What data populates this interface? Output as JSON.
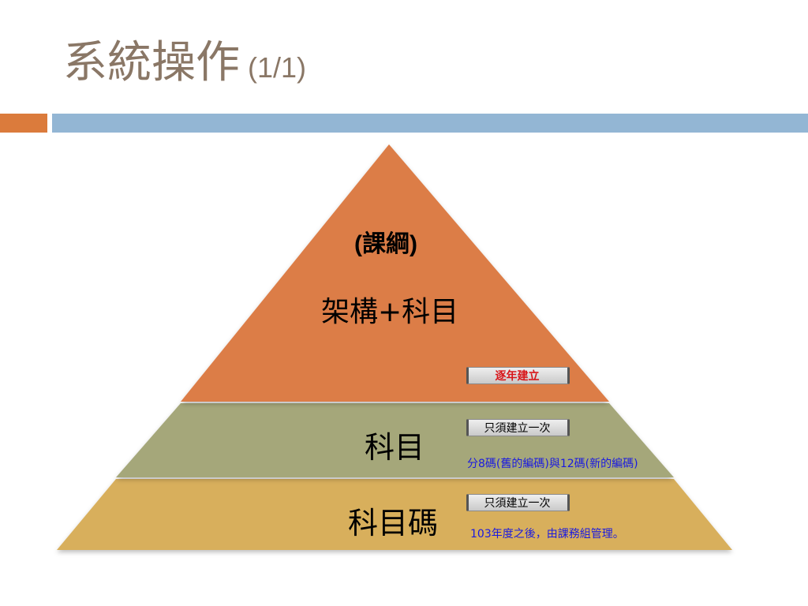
{
  "slide": {
    "title_main": "系統操作",
    "title_sub": "(1/1)"
  },
  "pyramid": {
    "top": {
      "label_line1": "(課綱)",
      "label_line2": "架構+科目",
      "button": "逐年建立",
      "color": "#dc7d46"
    },
    "middle": {
      "label": "科目",
      "button": "只須建立一次",
      "note": "分8碼(舊的編碼)與12碼(新的編碼)",
      "color": "#a5a77a"
    },
    "bottom": {
      "label": "科目碼",
      "button": "只須建立一次",
      "note": "103年度之後，由課務組管理。",
      "color": "#d8af5c"
    }
  },
  "colors": {
    "title": "#8a7766",
    "bar_orange": "#db7b3c",
    "bar_blue": "#93b6d4",
    "note_text": "#1a1ae0",
    "button_red_text": "#d8161a"
  }
}
